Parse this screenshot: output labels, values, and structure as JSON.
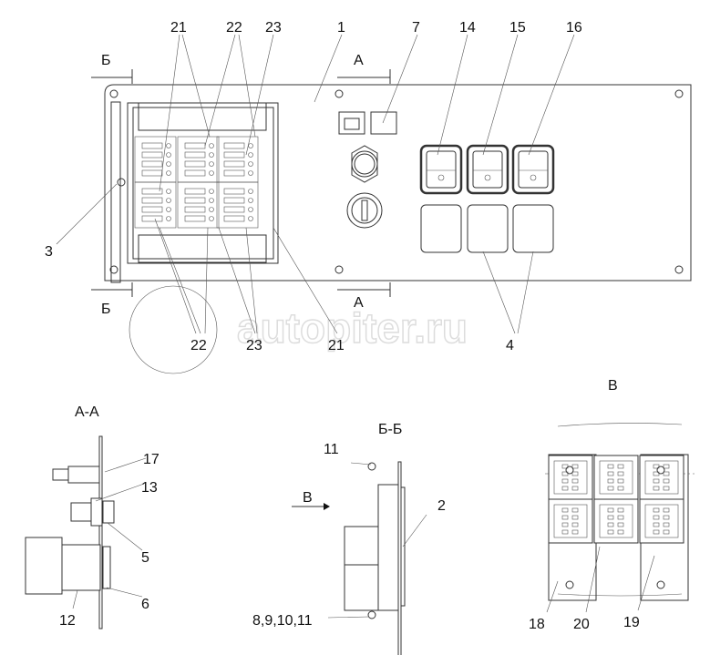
{
  "callouts_top": {
    "c21": "21",
    "c22": "22",
    "c23": "23",
    "c1": "1",
    "c7": "7",
    "c14": "14",
    "c15": "15",
    "c16": "16"
  },
  "section_marks": {
    "b_top": "Б",
    "a_top": "А",
    "b_bottom": "Б",
    "a_bottom": "А"
  },
  "callouts_bottom": {
    "c3": "3",
    "c22": "22",
    "c23": "23",
    "c21": "21",
    "c4": "4"
  },
  "watermark": "autopiter.ru",
  "view_aa": {
    "title": "А-А",
    "c17": "17",
    "c13": "13",
    "c5": "5",
    "c6": "6",
    "c12": "12"
  },
  "view_bb": {
    "title": "Б-Б",
    "c11": "11",
    "arrow_v": "В",
    "c2": "2",
    "c891011": "8,9,10,11"
  },
  "view_v": {
    "title": "В",
    "c18": "18",
    "c20": "20",
    "c19": "19"
  }
}
